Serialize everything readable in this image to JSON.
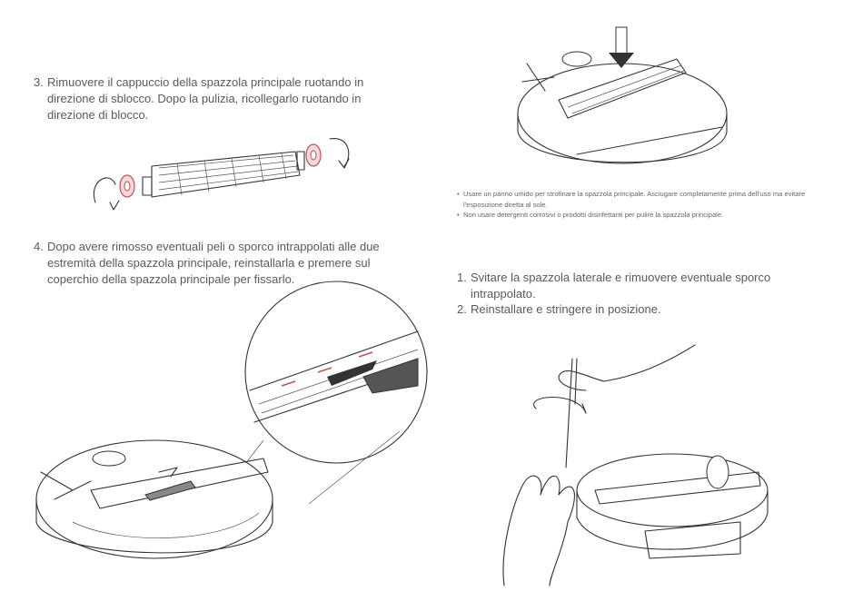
{
  "left": {
    "step3": {
      "number": "3.",
      "text": "Rimuovere il cappuccio della spazzola principale ruotando in direzione di sblocco. Dopo la pulizia, ricollegarlo ruotando in direzione di blocco."
    },
    "step4": {
      "number": "4.",
      "text": "Dopo avere rimosso eventuali peli o sporco intrappolati alle due estremità della spazzola principale, reinstallarla e premere sul coperchio della spazzola principale per fissarlo."
    }
  },
  "right": {
    "notes": [
      "Usare un panno umido per strofinare la spazzola principale. Asciugare completamente prima dell'uso ma evitare l'esposizione diretta al sole.",
      "Non usare detergenti corrosivi o prodotti disinfettanti per pulire la spazzola principale."
    ],
    "step1": {
      "number": "1.",
      "text": "Svitare la spazzola laterale e rimuovere eventuale sporco intrappolato."
    },
    "step2": {
      "number": "2.",
      "text": "Reinstallare e stringere in posizione."
    }
  },
  "colors": {
    "accent": "#c0505a",
    "text": "#5a5a5a",
    "line": "#333333"
  }
}
